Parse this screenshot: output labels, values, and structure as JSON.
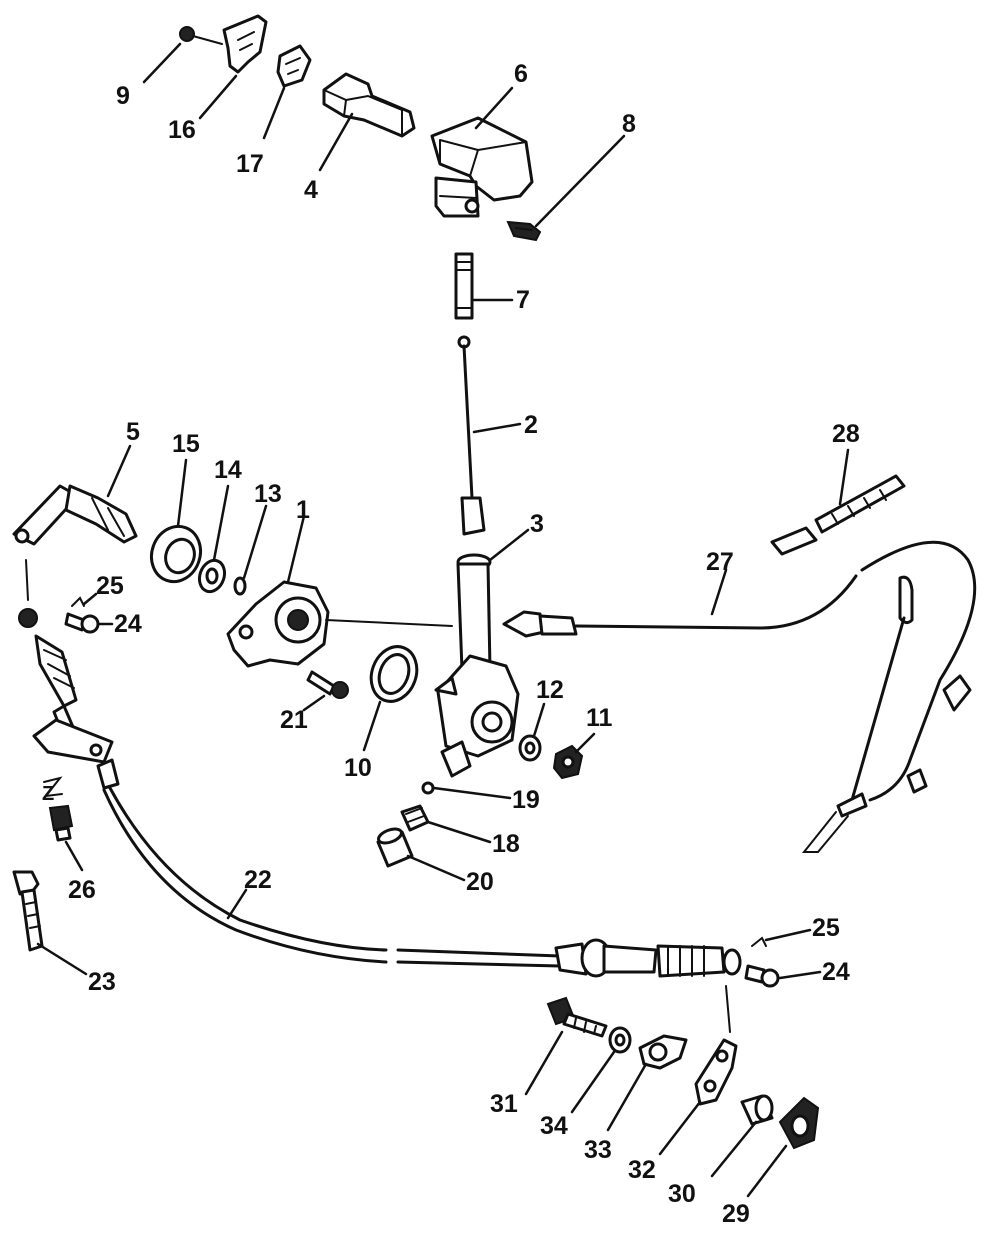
{
  "labels": [
    "1",
    "2",
    "3",
    "4",
    "5",
    "6",
    "7",
    "8",
    "9",
    "10",
    "11",
    "12",
    "13",
    "14",
    "15",
    "16",
    "17",
    "18",
    "19",
    "20",
    "21",
    "22",
    "23",
    "24",
    "25",
    "26",
    "27",
    "28",
    "29",
    "30",
    "31",
    "32",
    "33",
    "34",
    "24",
    "25",
    "Z"
  ]
}
